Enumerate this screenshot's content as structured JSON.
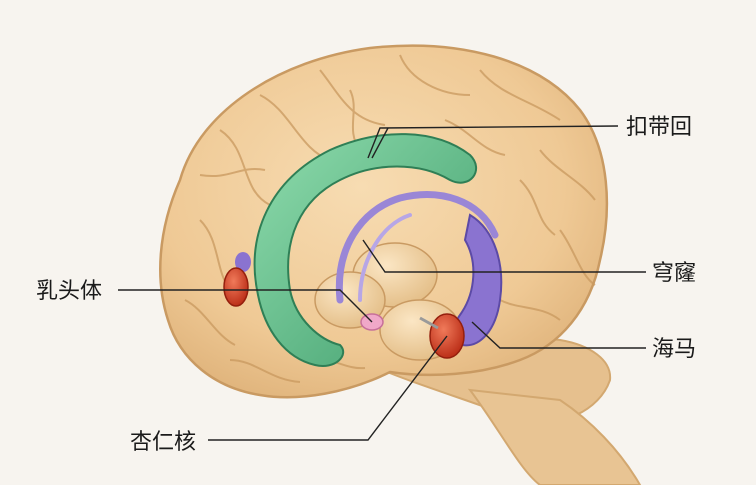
{
  "labels": {
    "cingulate": "扣带回",
    "fornix": "穹窿",
    "hippocampus": "海马",
    "mammillary": "乳头体",
    "amygdala": "杏仁核"
  },
  "colors": {
    "background": "#f7f4ef",
    "cortex": "#f2cf9e",
    "cingulate": "#5fbf8a",
    "fornix": "#9a86d6",
    "hippocampus": "#8a73d0",
    "amygdala": "#dd4a2c",
    "mammillary": "#f0a8c8"
  }
}
